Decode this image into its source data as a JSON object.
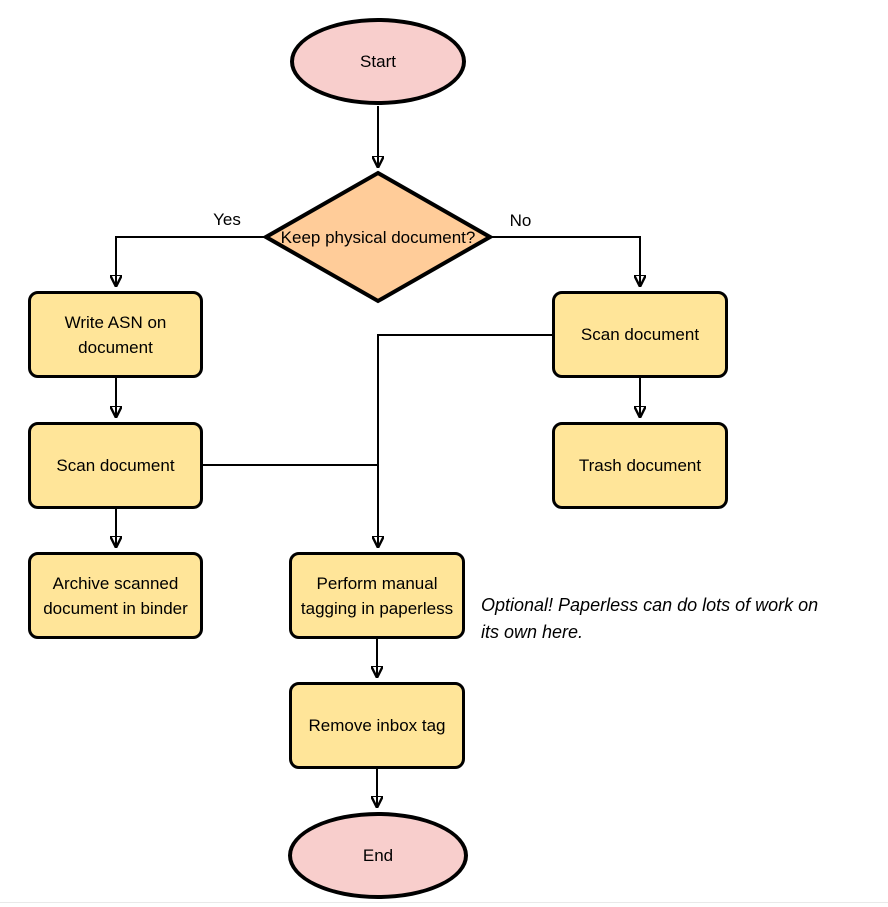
{
  "diagram": {
    "type": "flowchart",
    "nodes": {
      "start": {
        "label": "Start",
        "shape": "terminator"
      },
      "decision": {
        "label": "Keep physical document?",
        "shape": "decision"
      },
      "write_asn": {
        "label": "Write ASN on document",
        "shape": "process"
      },
      "scan_left": {
        "label": "Scan document",
        "shape": "process"
      },
      "archive": {
        "label": "Archive scanned document in binder",
        "shape": "process"
      },
      "scan_right": {
        "label": "Scan document",
        "shape": "process"
      },
      "trash": {
        "label": "Trash document",
        "shape": "process"
      },
      "tagging": {
        "label": "Perform manual tagging in paperless",
        "shape": "process"
      },
      "remove_inbox": {
        "label": "Remove inbox tag",
        "shape": "process"
      },
      "end": {
        "label": "End",
        "shape": "terminator"
      }
    },
    "edge_labels": {
      "yes": "Yes",
      "no": "No"
    },
    "edges": [
      {
        "from": "start",
        "to": "decision"
      },
      {
        "from": "decision",
        "to": "write_asn",
        "label": "Yes"
      },
      {
        "from": "decision",
        "to": "scan_right",
        "label": "No"
      },
      {
        "from": "write_asn",
        "to": "scan_left"
      },
      {
        "from": "scan_left",
        "to": "archive"
      },
      {
        "from": "scan_left",
        "to": "tagging"
      },
      {
        "from": "scan_right",
        "to": "trash"
      },
      {
        "from": "scan_right",
        "to": "tagging"
      },
      {
        "from": "tagging",
        "to": "remove_inbox"
      },
      {
        "from": "remove_inbox",
        "to": "end"
      }
    ],
    "annotation": {
      "full_text": "Optional! Paperless can do lots of work on its own here.",
      "line1": "Optional! Paperless can do lots of work on",
      "line2": "its own here."
    },
    "colors": {
      "terminator_fill": "#F8CECC",
      "decision_fill": "#FFCC99",
      "process_fill": "#FFE599",
      "stroke": "#000000",
      "background": "#FFFFFF"
    }
  }
}
